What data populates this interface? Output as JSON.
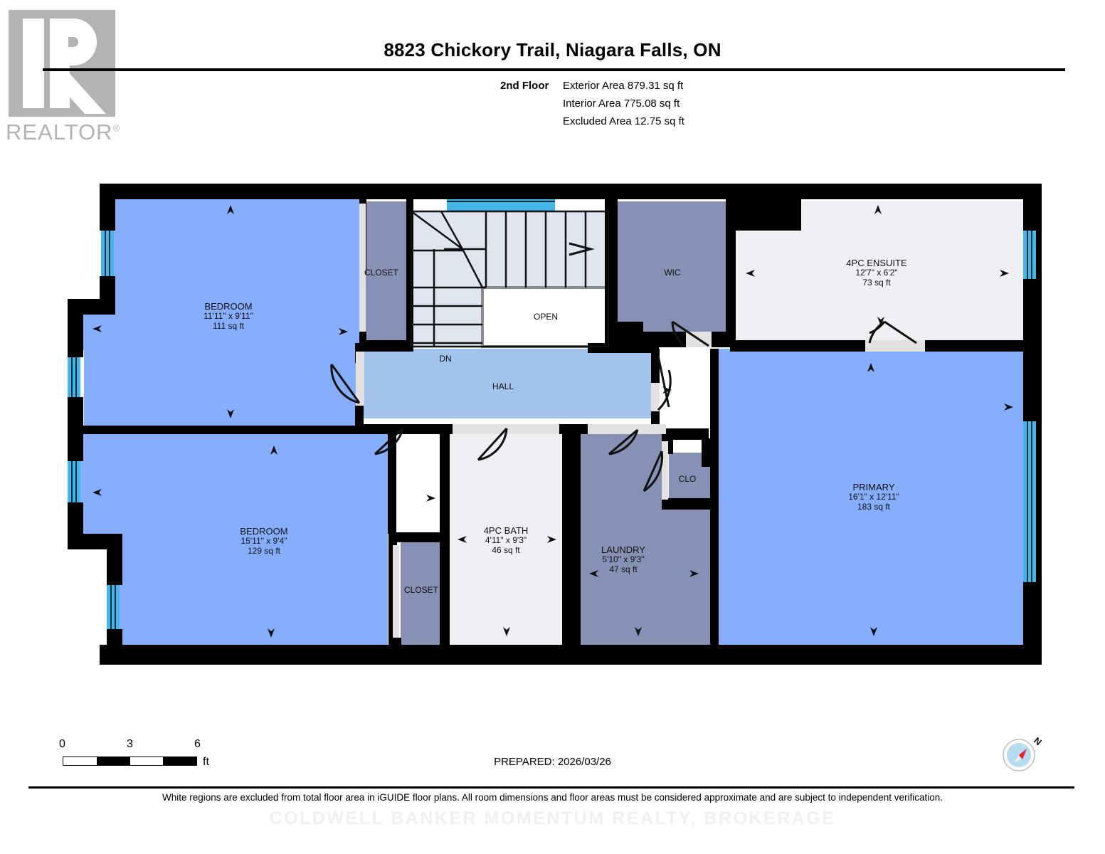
{
  "header": {
    "title": "8823 Chickory Trail, Niagara Falls, ON",
    "floor_label": "2nd Floor",
    "exterior_area": "Exterior Area 879.31 sq ft",
    "interior_area": "Interior Area 775.08 sq ft",
    "excluded_area": "Excluded Area 12.75 sq ft"
  },
  "logo": {
    "wordmark": "REALTOR",
    "registered": "®"
  },
  "rooms": [
    {
      "id": "bedroom-1",
      "name": "BEDROOM",
      "dims": "11'11\" x 9'11\"",
      "area": "111 sq ft",
      "fill": "#86aefc"
    },
    {
      "id": "bedroom-2",
      "name": "BEDROOM",
      "dims": "15'11\" x 9'4\"",
      "area": "129 sq ft",
      "fill": "#86aefc"
    },
    {
      "id": "primary",
      "name": "PRIMARY",
      "dims": "16'1\" x 12'11\"",
      "area": "183 sq ft",
      "fill": "#86aefc"
    },
    {
      "id": "ensuite",
      "name": "4PC ENSUITE",
      "dims": "12'7\" x 6'2\"",
      "area": "73 sq ft",
      "fill": "#eef0f4"
    },
    {
      "id": "bath",
      "name": "4PC BATH",
      "dims": "4'11\" x 9'3\"",
      "area": "46 sq ft",
      "fill": "#eef0f4"
    },
    {
      "id": "laundry",
      "name": "LAUNDRY",
      "dims": "5'10\" x 9'3\"",
      "area": "47 sq ft",
      "fill": "#8691b5"
    },
    {
      "id": "wic",
      "name": "WIC",
      "dims": "",
      "area": "",
      "fill": "#8691b5"
    },
    {
      "id": "closet-1",
      "name": "CLOSET",
      "dims": "",
      "area": "",
      "fill": "#8691b5"
    },
    {
      "id": "closet-2",
      "name": "CLOSET",
      "dims": "",
      "area": "",
      "fill": "#8691b5"
    },
    {
      "id": "clo",
      "name": "CLO",
      "dims": "",
      "area": "",
      "fill": "#8691b5"
    },
    {
      "id": "hall",
      "name": "HALL",
      "dims": "",
      "area": "",
      "fill": "#a2c4ec"
    },
    {
      "id": "open",
      "name": "OPEN",
      "dims": "",
      "area": "",
      "fill": "#ffffff"
    }
  ],
  "plan_markers": {
    "stairs_down": "DN"
  },
  "scale": {
    "ticks": [
      "0",
      "3",
      "6"
    ],
    "unit": "ft"
  },
  "footer": {
    "prepared": "PREPARED: 2026/03/26",
    "disclaimer": "White regions are excluded from total floor area in iGUIDE floor plans. All room dimensions and floor areas must be considered approximate and are subject to independent verification.",
    "watermark": "COLDWELL BANKER MOMENTUM REALTY, BROKERAGE",
    "compass_label": "N"
  },
  "colors": {
    "wall": "#000000",
    "window": "#45b6e8",
    "bedroom_blue": "#86aefc",
    "hall_blue": "#a2c4ec",
    "service_gray": "#8691b5",
    "bath_white": "#eef0f4",
    "door_sill": "#e4e2e0"
  }
}
